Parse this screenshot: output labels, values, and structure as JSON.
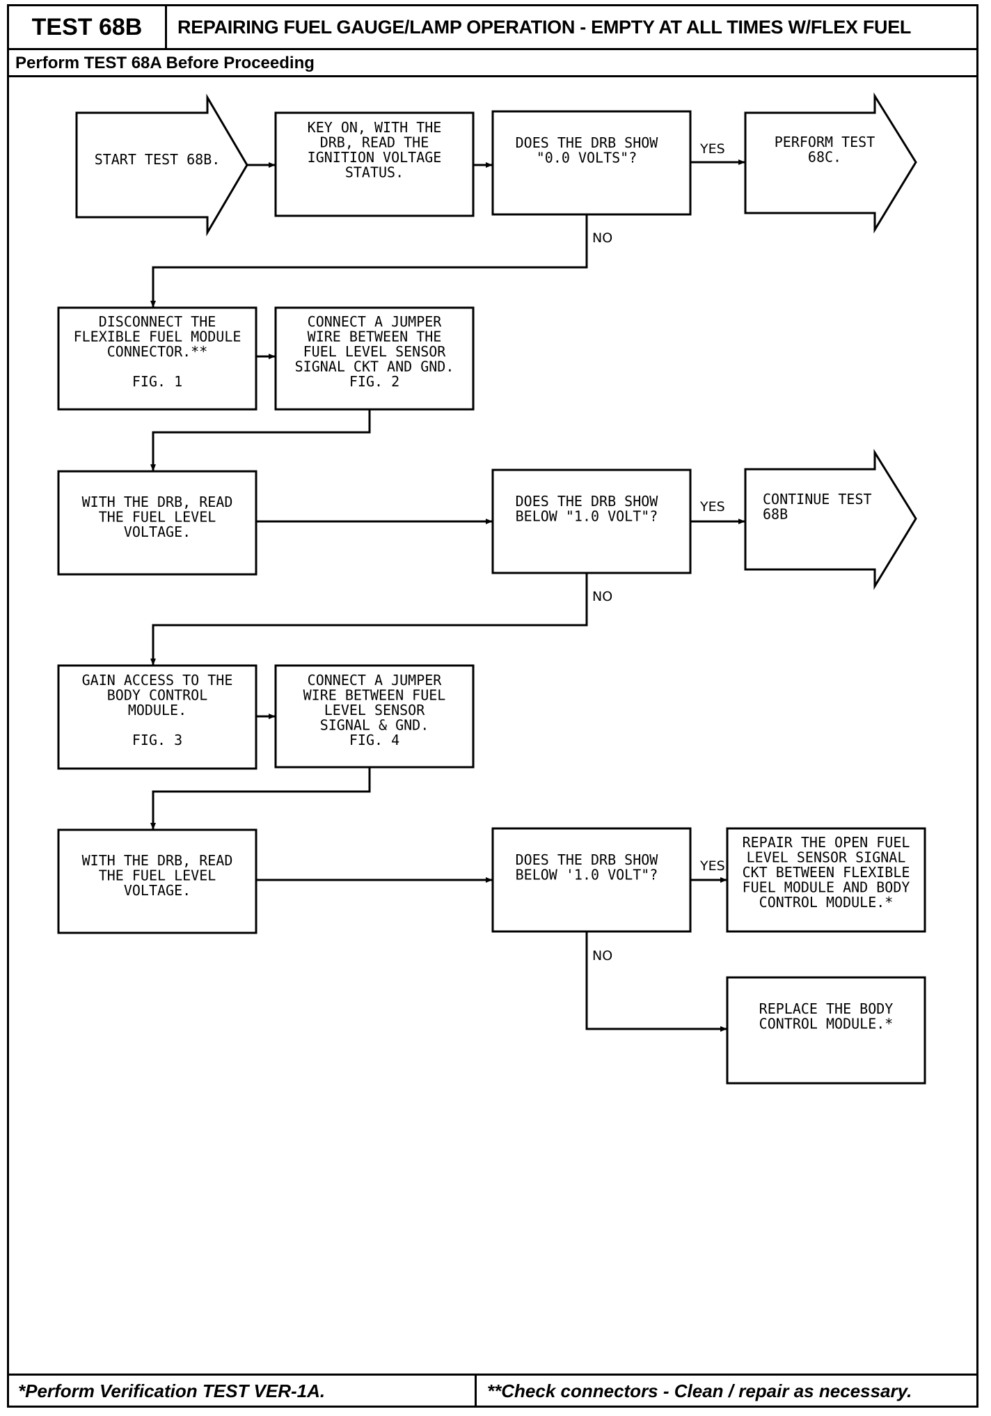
{
  "header": {
    "test_id": "TEST 68B",
    "title": "REPAIRING FUEL GAUGE/LAMP OPERATION - EMPTY AT ALL TIMES W/FLEX FUEL",
    "subtitle": "Perform TEST 68A Before Proceeding"
  },
  "flowchart": {
    "start": [
      "START TEST 68B."
    ],
    "step1": [
      "KEY ON, WITH THE",
      "DRB, READ THE",
      "IGNITION VOLTAGE",
      "STATUS."
    ],
    "q1": [
      "DOES THE DRB SHOW",
      "\"0.0 VOLTS\"?"
    ],
    "q1_yes_label": "YES",
    "q1_yes_result": [
      "PERFORM TEST",
      "68C."
    ],
    "q1_no_label": "NO",
    "step2": [
      "DISCONNECT THE",
      "FLEXIBLE FUEL MODULE",
      "CONNECTOR.**",
      "",
      "FIG. 1"
    ],
    "step3": [
      "CONNECT A JUMPER",
      "WIRE BETWEEN THE",
      "FUEL LEVEL SENSOR",
      "SIGNAL CKT AND GND.",
      "FIG. 2"
    ],
    "step4": [
      "WITH THE DRB, READ",
      "THE FUEL LEVEL",
      "VOLTAGE."
    ],
    "q2": [
      "DOES THE DRB SHOW",
      "BELOW \"1.0 VOLT\"?"
    ],
    "q2_yes_label": "YES",
    "q2_yes_result": [
      "CONTINUE TEST",
      "68B"
    ],
    "q2_no_label": "NO",
    "step5": [
      "GAIN ACCESS TO THE",
      "BODY CONTROL",
      "MODULE.",
      "",
      "FIG. 3"
    ],
    "step6": [
      "CONNECT A JUMPER",
      "WIRE BETWEEN FUEL",
      "LEVEL SENSOR",
      "SIGNAL & GND.",
      "FIG. 4"
    ],
    "step7": [
      "WITH THE DRB, READ",
      "THE FUEL LEVEL",
      "VOLTAGE."
    ],
    "q3": [
      "DOES THE DRB SHOW",
      "BELOW '1.0 VOLT\"?"
    ],
    "q3_yes_label": "YES",
    "q3_yes_result": [
      "REPAIR THE OPEN FUEL",
      "LEVEL SENSOR SIGNAL",
      "CKT BETWEEN FLEXIBLE",
      "FUEL MODULE AND BODY",
      "CONTROL MODULE.*"
    ],
    "q3_no_label": "NO",
    "q3_no_result": [
      "REPLACE THE BODY",
      "CONTROL MODULE.*"
    ]
  },
  "footer": {
    "left": "*Perform Verification TEST VER-1A.",
    "right": "**Check connectors - Clean / repair as necessary."
  }
}
